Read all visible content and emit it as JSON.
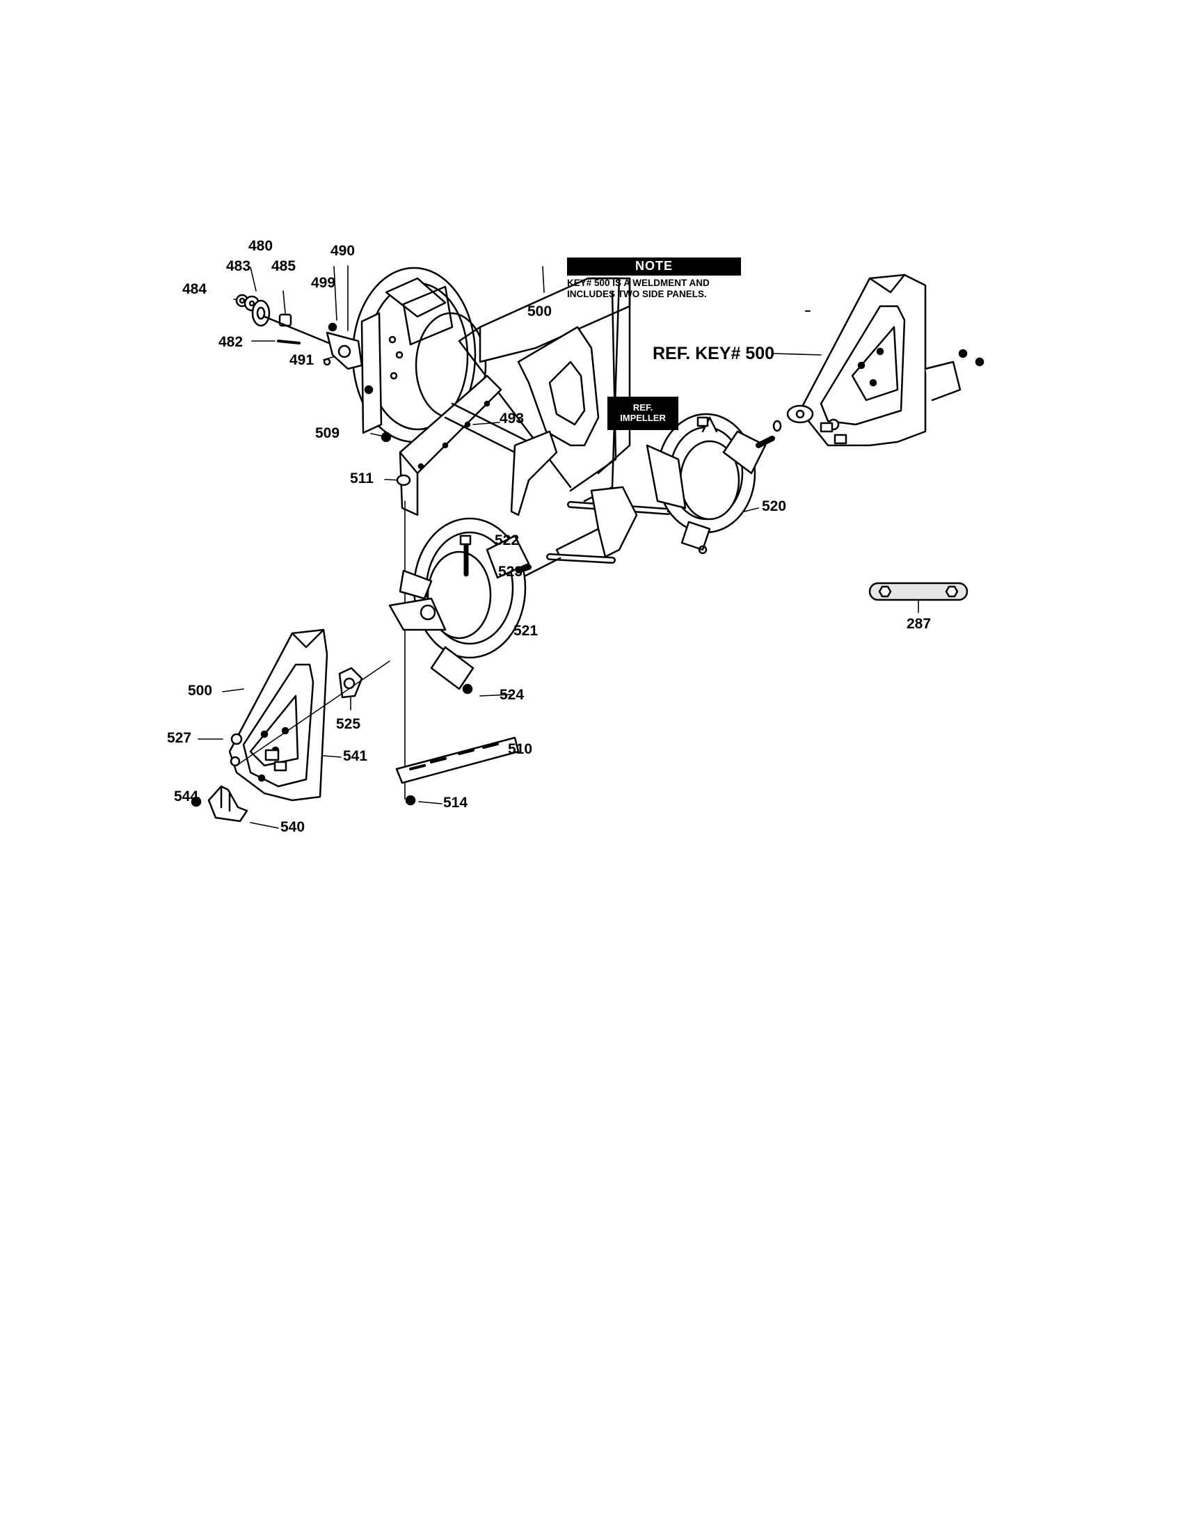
{
  "note": {
    "header": "NOTE",
    "line1": "KEY# 500 IS A WELDMENT AND",
    "line2": "INCLUDES TWO SIDE PANELS."
  },
  "ref_impeller": {
    "line1": "REF.",
    "line2": "IMPELLER"
  },
  "ref_key_label": "REF. KEY# 500",
  "part_labels": {
    "p480": "480",
    "p490": "490",
    "p483": "483",
    "p485": "485",
    "p484": "484",
    "p499": "499",
    "p482": "482",
    "p491": "491",
    "p500_top": "500",
    "p493": "493",
    "p509": "509",
    "p511": "511",
    "p520": "520",
    "p522": "522",
    "p523": "523",
    "p521": "521",
    "p287": "287",
    "p500_left": "500",
    "p524": "524",
    "p525": "525",
    "p527": "527",
    "p541": "541",
    "p510": "510",
    "p544": "544",
    "p514": "514",
    "p540": "540"
  }
}
